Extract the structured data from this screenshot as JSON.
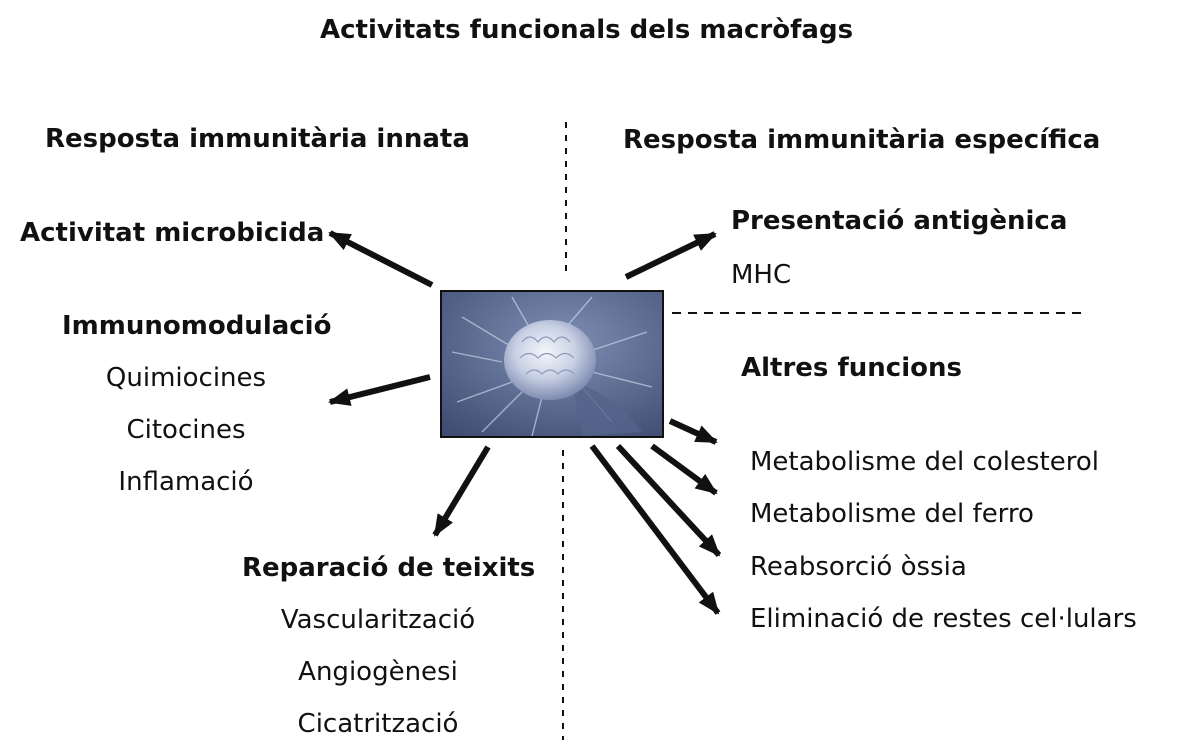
{
  "title": "Activitats funcionals dels macròfags",
  "sections": {
    "innate": "Resposta immunitària innata",
    "specific": "Resposta immunitària específica"
  },
  "innate": {
    "microbicide": "Activitat microbicida",
    "immunomodulation": {
      "heading": "Immunomodulació",
      "items": [
        "Quimiocines",
        "Citocines",
        "Inflamació"
      ]
    },
    "repair": {
      "heading": "Reparació de teixits",
      "items": [
        "Vascularització",
        "Angiogènesi",
        "Cicatrització"
      ]
    }
  },
  "specific": {
    "presentation": {
      "heading": "Presentació antigènica",
      "items": [
        "MHC"
      ]
    }
  },
  "other": {
    "heading": "Altres funcions",
    "items": [
      "Metabolisme del colesterol",
      "Metabolisme del ferro",
      "Reabsorció òssia",
      "Eliminació de restes cel·lulars"
    ]
  },
  "image": {
    "subject": "macrophage-micrograph",
    "tint": "#6f7fa6"
  }
}
